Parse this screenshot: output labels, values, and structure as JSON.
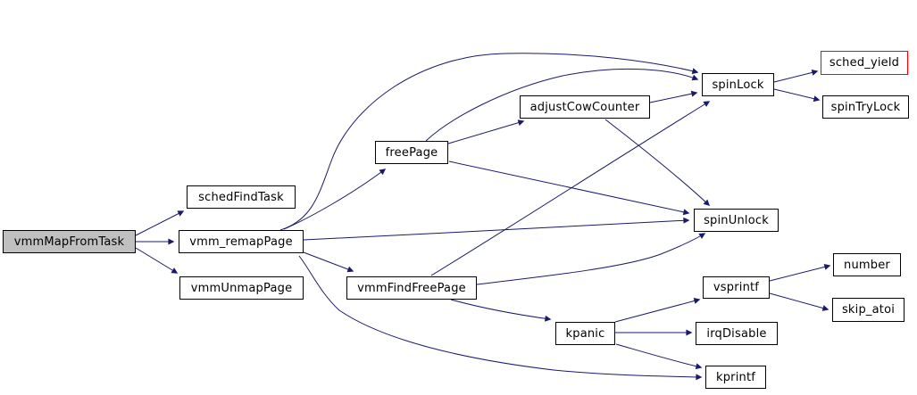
{
  "diagram": {
    "type": "call-graph",
    "background_color": "#ffffff",
    "edge_color": "#191970",
    "node_border_color": "#000000",
    "highlight_fill": "#c0c0c0",
    "alert_border_color": "#ff0000",
    "root": "vmmMapFromTask",
    "nodes": [
      {
        "id": "vmmMapFromTask",
        "label": "vmmMapFromTask",
        "fill": "#c0c0c0",
        "border": "#000000",
        "highlighted": true
      },
      {
        "id": "schedFindTask",
        "label": "schedFindTask",
        "fill": "#ffffff",
        "border": "#000000"
      },
      {
        "id": "vmm_remapPage",
        "label": "vmm_remapPage",
        "fill": "#ffffff",
        "border": "#000000"
      },
      {
        "id": "vmmUnmapPage",
        "label": "vmmUnmapPage",
        "fill": "#ffffff",
        "border": "#000000"
      },
      {
        "id": "freePage",
        "label": "freePage",
        "fill": "#ffffff",
        "border": "#000000"
      },
      {
        "id": "adjustCowCounter",
        "label": "adjustCowCounter",
        "fill": "#ffffff",
        "border": "#000000"
      },
      {
        "id": "spinLock",
        "label": "spinLock",
        "fill": "#ffffff",
        "border": "#000000"
      },
      {
        "id": "sched_yield",
        "label": "sched_yield",
        "fill": "#ffffff",
        "border": "#ff0000"
      },
      {
        "id": "spinTryLock",
        "label": "spinTryLock",
        "fill": "#ffffff",
        "border": "#000000"
      },
      {
        "id": "spinUnlock",
        "label": "spinUnlock",
        "fill": "#ffffff",
        "border": "#000000"
      },
      {
        "id": "vmmFindFreePage",
        "label": "vmmFindFreePage",
        "fill": "#ffffff",
        "border": "#000000"
      },
      {
        "id": "kpanic",
        "label": "kpanic",
        "fill": "#ffffff",
        "border": "#000000"
      },
      {
        "id": "vsprintf",
        "label": "vsprintf",
        "fill": "#ffffff",
        "border": "#000000"
      },
      {
        "id": "number",
        "label": "number",
        "fill": "#ffffff",
        "border": "#000000"
      },
      {
        "id": "skip_atoi",
        "label": "skip_atoi",
        "fill": "#ffffff",
        "border": "#000000"
      },
      {
        "id": "irqDisable",
        "label": "irqDisable",
        "fill": "#ffffff",
        "border": "#000000"
      },
      {
        "id": "kprintf",
        "label": "kprintf",
        "fill": "#ffffff",
        "border": "#000000"
      }
    ],
    "edges": [
      {
        "from": "vmmMapFromTask",
        "to": "schedFindTask"
      },
      {
        "from": "vmmMapFromTask",
        "to": "vmm_remapPage"
      },
      {
        "from": "vmmMapFromTask",
        "to": "vmmUnmapPage"
      },
      {
        "from": "vmm_remapPage",
        "to": "freePage"
      },
      {
        "from": "vmm_remapPage",
        "to": "spinLock"
      },
      {
        "from": "vmm_remapPage",
        "to": "spinUnlock"
      },
      {
        "from": "vmm_remapPage",
        "to": "vmmFindFreePage"
      },
      {
        "from": "vmm_remapPage",
        "to": "kprintf"
      },
      {
        "from": "freePage",
        "to": "adjustCowCounter"
      },
      {
        "from": "freePage",
        "to": "spinLock"
      },
      {
        "from": "freePage",
        "to": "spinUnlock"
      },
      {
        "from": "adjustCowCounter",
        "to": "spinLock"
      },
      {
        "from": "adjustCowCounter",
        "to": "spinUnlock"
      },
      {
        "from": "vmmFindFreePage",
        "to": "spinLock"
      },
      {
        "from": "vmmFindFreePage",
        "to": "spinUnlock"
      },
      {
        "from": "vmmFindFreePage",
        "to": "kpanic"
      },
      {
        "from": "kpanic",
        "to": "vsprintf"
      },
      {
        "from": "kpanic",
        "to": "irqDisable"
      },
      {
        "from": "kpanic",
        "to": "kprintf"
      },
      {
        "from": "vsprintf",
        "to": "number"
      },
      {
        "from": "vsprintf",
        "to": "skip_atoi"
      },
      {
        "from": "spinLock",
        "to": "sched_yield"
      },
      {
        "from": "spinLock",
        "to": "spinTryLock"
      }
    ]
  }
}
